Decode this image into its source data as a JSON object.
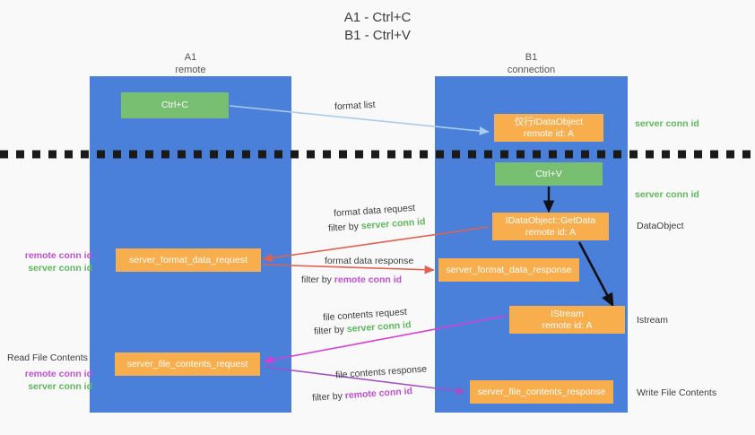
{
  "title": {
    "line1": "A1 - Ctrl+C",
    "line2": "B1 - Ctrl+V"
  },
  "lanes": [
    {
      "id": "a1",
      "name": "A1",
      "role": "remote",
      "color": "#4a80da"
    },
    {
      "id": "b1",
      "name": "B1",
      "role": "connection",
      "color": "#4a80da"
    }
  ],
  "boxes": {
    "ctrl_c": {
      "line1": "Ctrl+C",
      "line2": "",
      "color": "#79bf72"
    },
    "idataobject": {
      "line1": "仅行IDataObject",
      "line2": "remote id: A",
      "color": "#f9ae4e"
    },
    "ctrl_v": {
      "line1": "Ctrl+V",
      "line2": "",
      "color": "#79bf72"
    },
    "getdata": {
      "line1": "IDataObject::GetData",
      "line2": "remote id: A",
      "color": "#f9ae4e"
    },
    "format_data_request": {
      "line1": "server_format_data_request",
      "line2": "",
      "color": "#f9ae4e"
    },
    "format_data_response": {
      "line1": "server_format_data_response",
      "line2": "",
      "color": "#f9ae4e"
    },
    "istream": {
      "line1": "IStream",
      "line2": "remote id: A",
      "color": "#f9ae4e"
    },
    "file_contents_request": {
      "line1": "server_file_contents_request",
      "line2": "",
      "color": "#f9ae4e"
    },
    "file_contents_response": {
      "line1": "server_file_contents_response",
      "line2": "",
      "color": "#f9ae4e"
    }
  },
  "annotations": {
    "format_list": "format list",
    "format_data_request": "format data request",
    "filter_by": "filter by ",
    "server_conn_id": "server conn id",
    "remote_conn_id": "remote conn id",
    "format_data_response": "format data response",
    "file_contents_request": "file contents request",
    "file_contents_response": "file contents response"
  },
  "side_labels": {
    "server_conn_id_top": "server conn id",
    "server_conn_id_mid": "server conn id",
    "dataobject": "DataObject",
    "istream": "Istream",
    "write_file_contents": "Write File Contents",
    "read_file_contents": "Read File Contents",
    "remote_conn_id": "remote conn id",
    "server_conn_id": "server conn id"
  },
  "colors": {
    "lane_blue": "#4a80da",
    "green_box": "#79bf72",
    "orange_box": "#f9ae4e",
    "green_text": "#5db85c",
    "purple_text": "#c04fd4",
    "arrow_blue": "#a8cdec",
    "arrow_red": "#e2604f",
    "arrow_magenta": "#d63fd6",
    "arrow_purple": "#a350c8",
    "arrow_black": "#000000",
    "divider": "#1a1a1a",
    "background": "#f9f9f9"
  }
}
